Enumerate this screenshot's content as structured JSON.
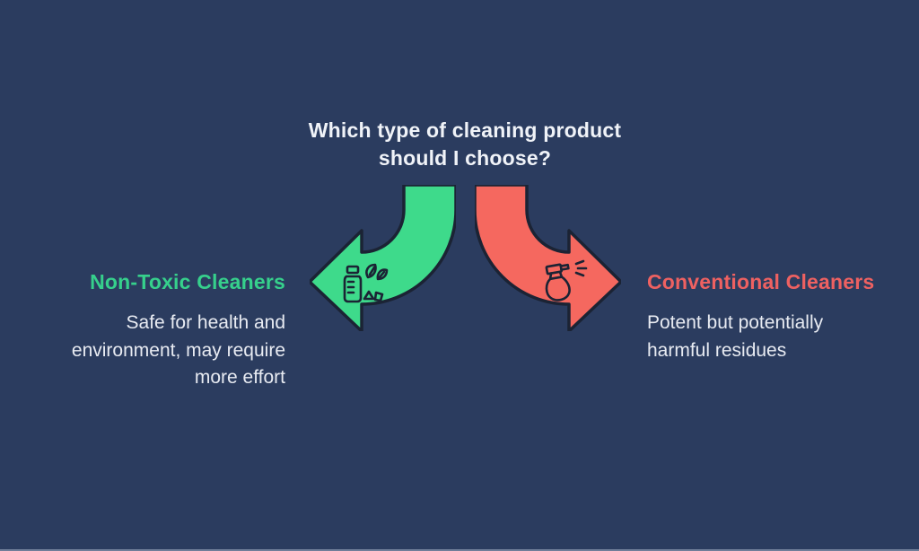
{
  "colors": {
    "background": "#2b3c5f",
    "outline": "#1b2334",
    "title_text": "#f0f3f8",
    "body_text": "#e8ebf2",
    "bottom_edge": "#aab4c8"
  },
  "title": {
    "lines": [
      "Which type of cleaning product",
      "should I choose?"
    ]
  },
  "options": [
    {
      "id": "non-toxic",
      "heading": "Non-Toxic Cleaners",
      "heading_color": "#36d08c",
      "description_lines": [
        "Safe for health and",
        "environment, may require",
        "more effort"
      ],
      "arrow_color": "#3eda8b",
      "arrow_direction": "left",
      "icon": "recycling-bottle-leaves-icon"
    },
    {
      "id": "conventional",
      "heading": "Conventional Cleaners",
      "heading_color": "#ee6161",
      "description_lines": [
        "Potent but potentially",
        "harmful residues"
      ],
      "arrow_color": "#f5685f",
      "arrow_direction": "right",
      "icon": "spray-bottle-icon"
    }
  ]
}
